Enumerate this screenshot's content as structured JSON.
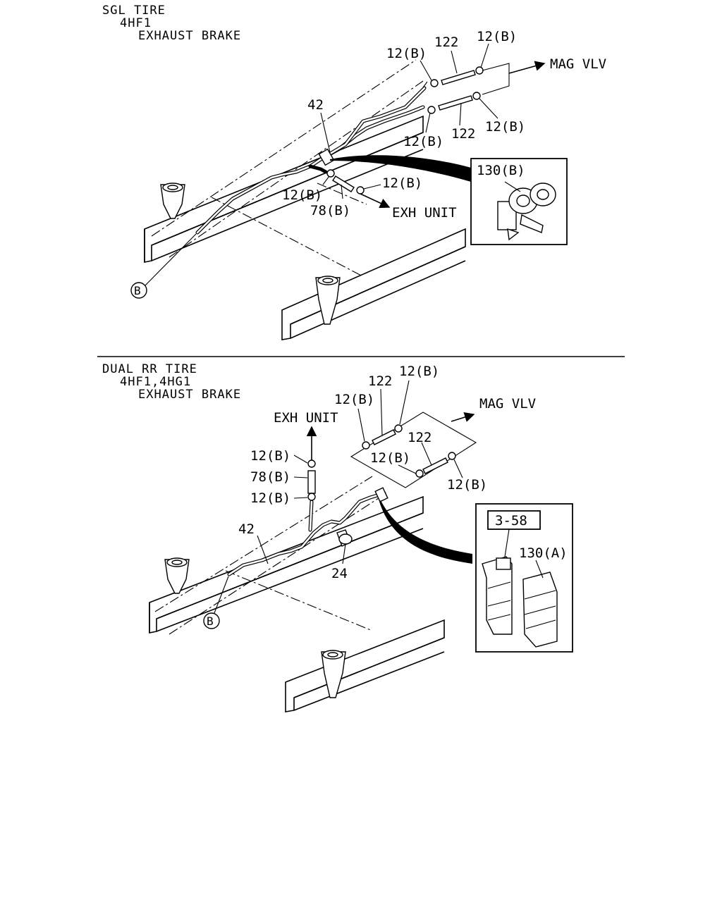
{
  "upper": {
    "header": [
      "SGL TIRE",
      "4HF1",
      "EXHAUST BRAKE"
    ],
    "labels": {
      "clip_a": "12(B)",
      "hose_top": "122",
      "clip_b": "12(B)",
      "mag_vlv": "MAG VLV",
      "pipe": "42",
      "clip_c": "12(B)",
      "hose_mid": "122",
      "clip_d": "12(B)",
      "clip_e": "12(B)",
      "clip_f": "12(B)",
      "hose_78": "78(B)",
      "exh_unit": "EXH UNIT",
      "detail_clip": "130(B)",
      "ref_b": "B"
    }
  },
  "lower": {
    "header": [
      "DUAL RR TIRE",
      "4HF1,4HG1",
      "EXHAUST BRAKE"
    ],
    "labels": {
      "clip_a": "12(B)",
      "hose_top": "122",
      "clip_b": "12(B)",
      "mag_vlv": "MAG VLV",
      "exh_unit": "EXH UNIT",
      "clip_c": "12(B)",
      "hose_78": "78(B)",
      "clip_d": "12(B)",
      "hose_mid": "122",
      "clip_e": "12(B)",
      "clip_f": "12(B)",
      "pipe": "42",
      "bolt": "24",
      "ref_box": "3-58",
      "detail_clip": "130(A)",
      "ref_b": "B"
    }
  },
  "icons": [
    "clip-icon",
    "hose-icon",
    "arrow-icon",
    "frame-rail",
    "bracket-icon"
  ]
}
